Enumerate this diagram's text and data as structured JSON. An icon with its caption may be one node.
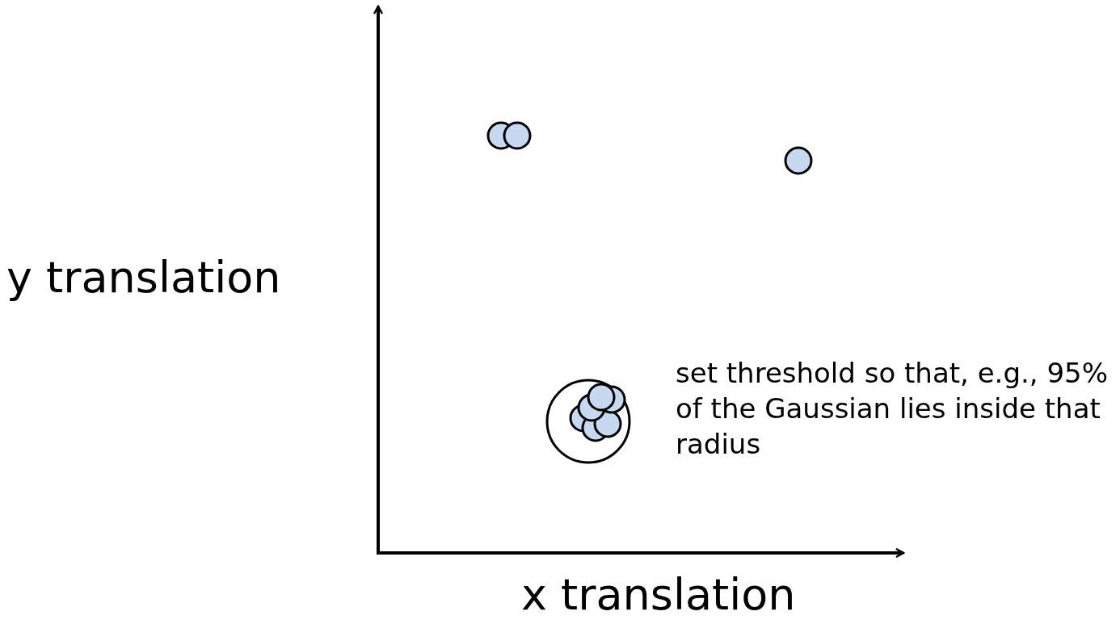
{
  "diagram": {
    "labels": [
      "y translation",
      "set threshold so that, e.g., 95% of the Gaussian lies inside that radius",
      "x translation"
    ]
  }
}
